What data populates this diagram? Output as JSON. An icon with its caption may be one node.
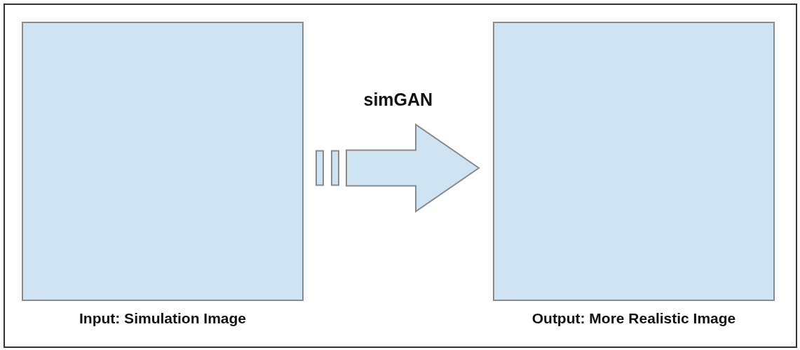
{
  "diagram": {
    "nodes": [
      {
        "text": [
          "Input: Simulation Image"
        ]
      },
      {
        "text": [
          "Output: More Realistic Image"
        ]
      }
    ],
    "edges": [
      {
        "from": 0,
        "to": 1,
        "arrow": "to",
        "label": "simGAN",
        "style": "thick"
      }
    ]
  }
}
